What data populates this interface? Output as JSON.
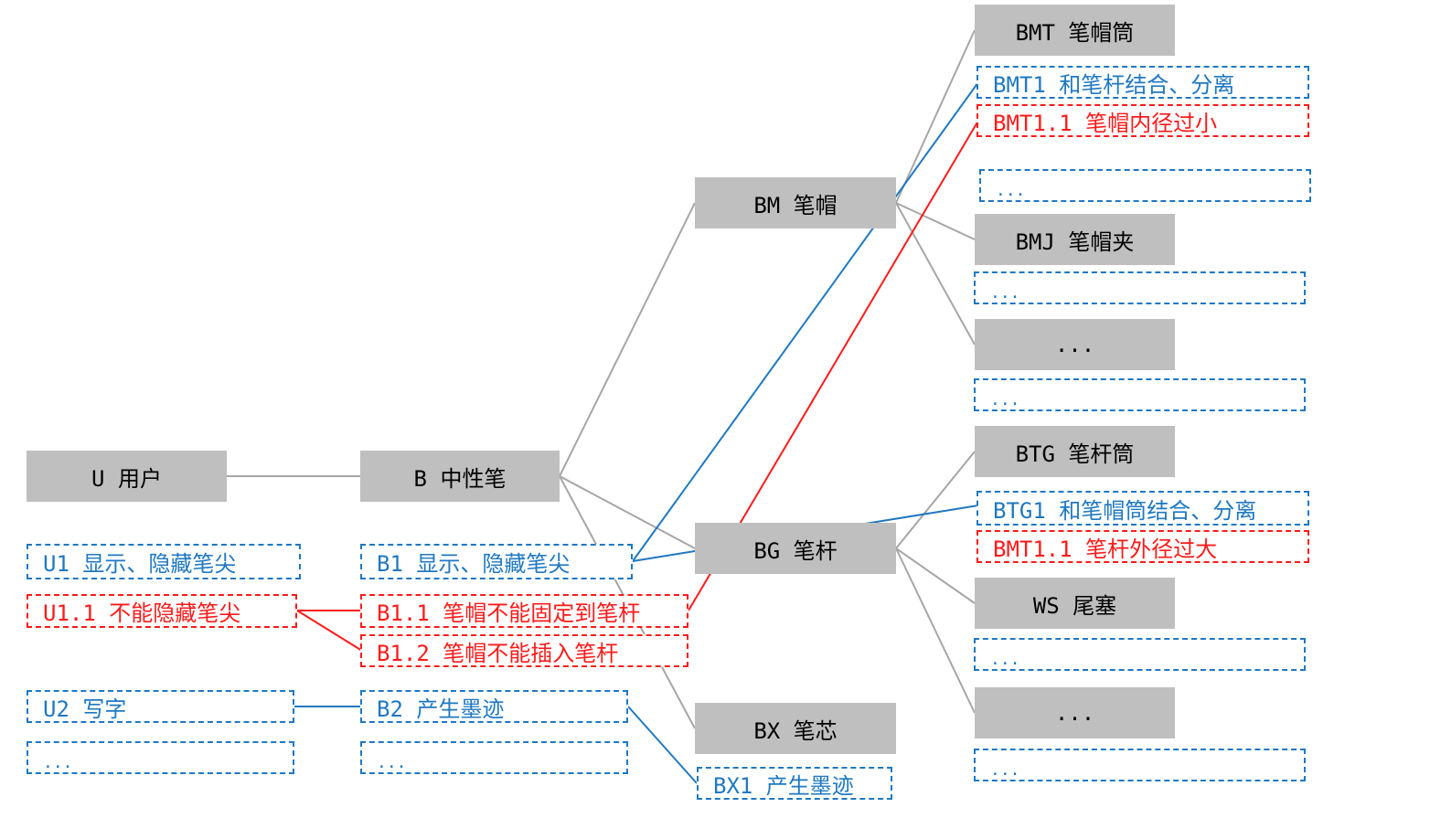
{
  "colors": {
    "node_bg": "#bfbfbf",
    "tree_line": "#a6a6a6",
    "function_blue": "#1f78c1",
    "fault_red": "#ff1a1a"
  },
  "nodes": {
    "u": "U 用户",
    "b": "B 中性笔",
    "bm": "BM 笔帽",
    "bg": "BG 笔杆",
    "bx": "BX 笔芯",
    "bmt": "BMT 笔帽筒",
    "bmj": "BMJ 笔帽夹",
    "bm_more": "...",
    "btg": "BTG 笔杆筒",
    "ws": "WS 尾塞",
    "bg_more": "..."
  },
  "functions": {
    "u1": "U1 显示、隐藏笔尖",
    "u1_1": "U1.1 不能隐藏笔尖",
    "u2": "U2 写字",
    "u_more": "...",
    "b1": "B1 显示、隐藏笔尖",
    "b1_1": "B1.1 笔帽不能固定到笔杆",
    "b1_2": "B1.2 笔帽不能插入笔杆",
    "b2": "B2 产生墨迹",
    "b_more": "...",
    "bx1": "BX1 产生墨迹",
    "bmt1": "BMT1 和笔杆结合、分离",
    "bmt1_1": "BMT1.1 笔帽内径过小",
    "bmt_more": "...",
    "bmj_more": "...",
    "bm_more_more": "...",
    "btg1": "BTG1 和笔帽筒结合、分离",
    "btg1_1": "BMT1.1 笔杆外径过大",
    "ws_more": "...",
    "bg_more_more": "..."
  }
}
